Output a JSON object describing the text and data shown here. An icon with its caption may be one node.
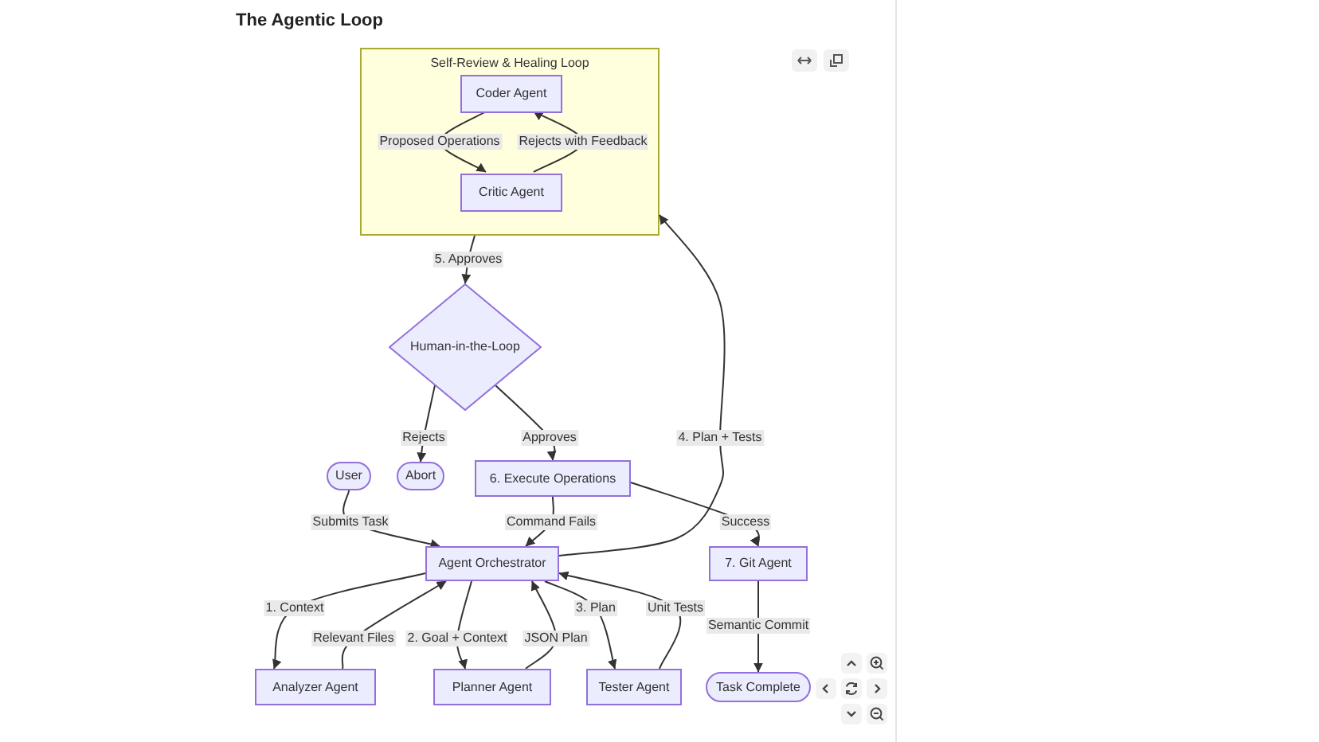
{
  "diagram": {
    "title": "The Agentic Loop",
    "nodes": [
      {
        "text": [
          "Self-Review & Healing Loop"
        ]
      },
      {
        "text": [
          "Coder Agent"
        ],
        "in": 0
      },
      {
        "text": [
          "Critic Agent"
        ],
        "in": 0
      },
      {
        "text": [
          "Human-in-the-Loop"
        ]
      },
      {
        "text": [
          "User"
        ]
      },
      {
        "text": [
          "Abort"
        ]
      },
      {
        "text": [
          "6. Execute Operations"
        ]
      },
      {
        "text": [
          "Agent Orchestrator"
        ]
      },
      {
        "text": [
          "7. Git Agent"
        ]
      },
      {
        "text": [
          "Analyzer Agent"
        ]
      },
      {
        "text": [
          "Planner Agent"
        ]
      },
      {
        "text": [
          "Tester Agent"
        ]
      },
      {
        "text": [
          "Task Complete"
        ]
      }
    ],
    "edges": [
      {
        "from": 4,
        "to": 7,
        "arrow": "to",
        "label": "Submits Task"
      },
      {
        "from": 7,
        "to": 9,
        "arrow": "to",
        "label": "1. Context"
      },
      {
        "from": 9,
        "to": 7,
        "arrow": "to",
        "label": "Relevant Files"
      },
      {
        "from": 7,
        "to": 10,
        "arrow": "to",
        "label": "2. Goal + Context"
      },
      {
        "from": 10,
        "to": 7,
        "arrow": "to",
        "label": "JSON Plan"
      },
      {
        "from": 7,
        "to": 11,
        "arrow": "to",
        "label": "3. Plan"
      },
      {
        "from": 11,
        "to": 7,
        "arrow": "to",
        "label": "Unit Tests"
      },
      {
        "from": 7,
        "to": 0,
        "arrow": "to",
        "label": "4. Plan + Tests"
      },
      {
        "from": 1,
        "to": 2,
        "arrow": "to",
        "label": "Proposed Operations"
      },
      {
        "from": 2,
        "to": 1,
        "arrow": "to",
        "label": "Rejects with Feedback"
      },
      {
        "from": 0,
        "to": 3,
        "arrow": "to",
        "label": "5. Approves"
      },
      {
        "from": 3,
        "to": 5,
        "arrow": "to",
        "label": "Rejects"
      },
      {
        "from": 3,
        "to": 6,
        "arrow": "to",
        "label": "Approves"
      },
      {
        "from": 6,
        "to": 7,
        "arrow": "to",
        "label": "Command Fails"
      },
      {
        "from": 6,
        "to": 8,
        "arrow": "to",
        "label": "Success"
      },
      {
        "from": 8,
        "to": 12,
        "arrow": "to",
        "label": "Semantic Commit"
      }
    ]
  }
}
